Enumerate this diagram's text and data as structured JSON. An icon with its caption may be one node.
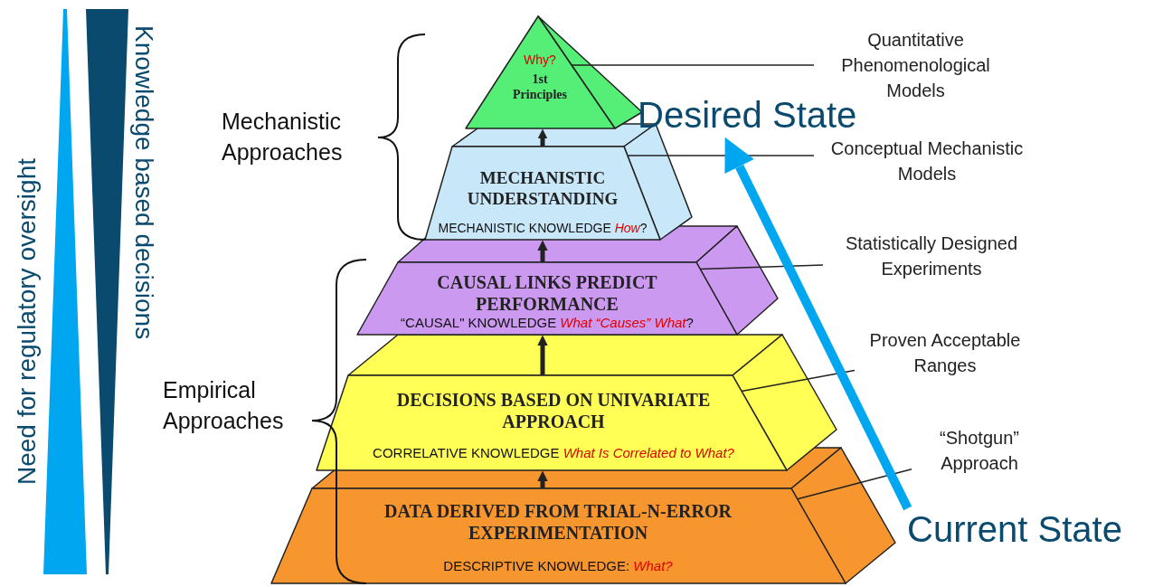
{
  "diagram": {
    "nodes": [
      {
        "text": [
          "Why?",
          "1st Principles"
        ]
      },
      {
        "text": [
          "MECHANISTIC UNDERSTANDING",
          "MECHANISTIC KNOWLEDGE *How*?"
        ]
      },
      {
        "text": [
          "CAUSAL LINKS PREDICT PERFORMANCE",
          "“CAUSAL\" KNOWLEDGE *What “Causes” What*?"
        ]
      },
      {
        "text": [
          "DECISIONS BASED ON UNIVARIATE APPROACH",
          "CORRELATIVE KNOWLEDGE *What Is Correlated to What?*"
        ]
      },
      {
        "text": [
          "DATA DERIVED FROM TRIAL-N-ERROR EXPERIMENTATION",
          "DESCRIPTIVE KNOWLEDGE: *What?*"
        ]
      },
      {
        "text": [
          "Quantitative Phenomenological Models"
        ]
      },
      {
        "text": [
          "Conceptual Mechanistic Models"
        ]
      },
      {
        "text": [
          "Statistically Designed Experiments"
        ]
      },
      {
        "text": [
          "Proven Acceptable Ranges"
        ]
      },
      {
        "text": [
          "“Shotgun” Approach"
        ]
      },
      {
        "text": [
          "Desired State"
        ]
      },
      {
        "text": [
          "Current State"
        ]
      }
    ],
    "edges": [
      {
        "from": 4,
        "to": 3,
        "arrow": "to",
        "style": "thick"
      },
      {
        "from": 3,
        "to": 2,
        "arrow": "to",
        "style": "thick"
      },
      {
        "from": 2,
        "to": 1,
        "arrow": "to",
        "style": "thick"
      },
      {
        "from": 1,
        "to": 0,
        "arrow": "to",
        "style": "thick"
      },
      {
        "from": 5,
        "to": 0,
        "arrow": "none"
      },
      {
        "from": 6,
        "to": 1,
        "arrow": "none"
      },
      {
        "from": 7,
        "to": 2,
        "arrow": "none"
      },
      {
        "from": 8,
        "to": 3,
        "arrow": "none"
      },
      {
        "from": 9,
        "to": 4,
        "arrow": "none"
      },
      {
        "from": 11,
        "to": 10,
        "arrow": "to",
        "style": "thick",
        "color": "#00a6f0"
      }
    ],
    "labels": [
      "Need for regulatory oversight",
      "Knowledge based decisions",
      "Mechanistic Approaches",
      "Empirical Approaches"
    ]
  }
}
